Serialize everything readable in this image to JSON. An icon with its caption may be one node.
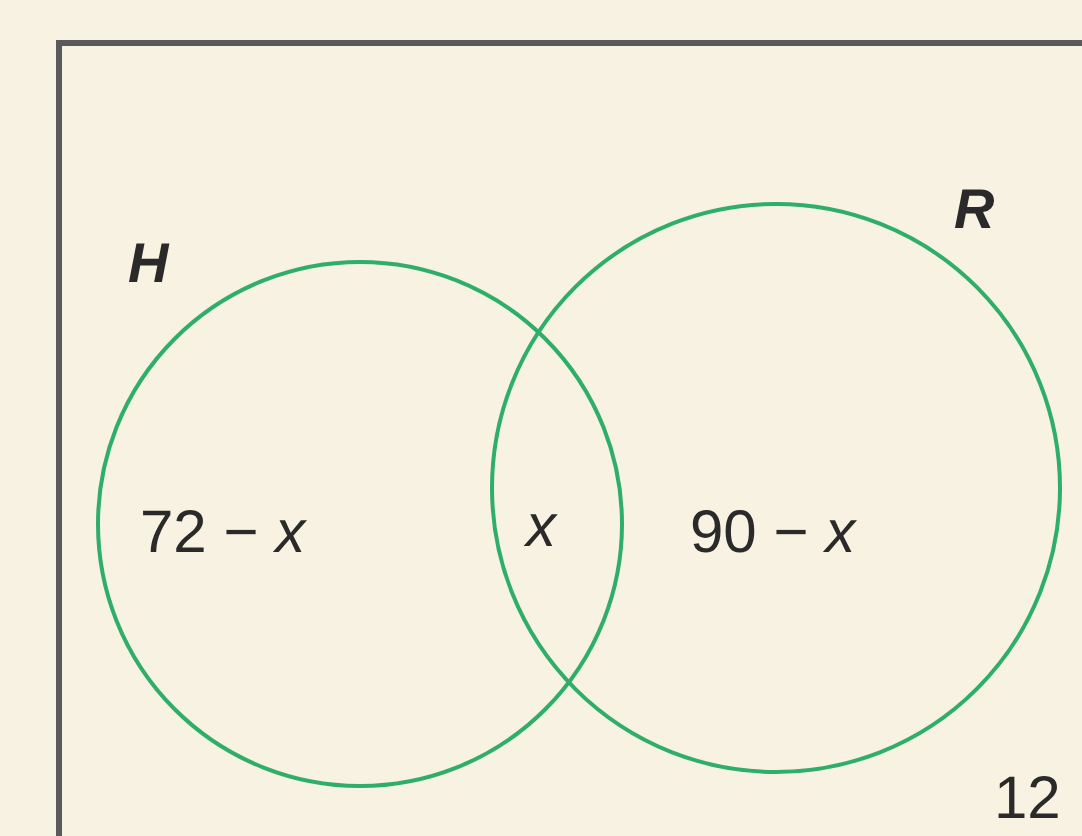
{
  "diagram": {
    "nodes": [
      {
        "text": [
          "12"
        ]
      },
      {
        "text": [
          "H",
          "72 − *x*"
        ],
        "in": 0
      },
      {
        "text": [
          "R",
          "90 − *x*"
        ],
        "in": 0
      }
    ],
    "labels": [
      "x"
    ]
  }
}
